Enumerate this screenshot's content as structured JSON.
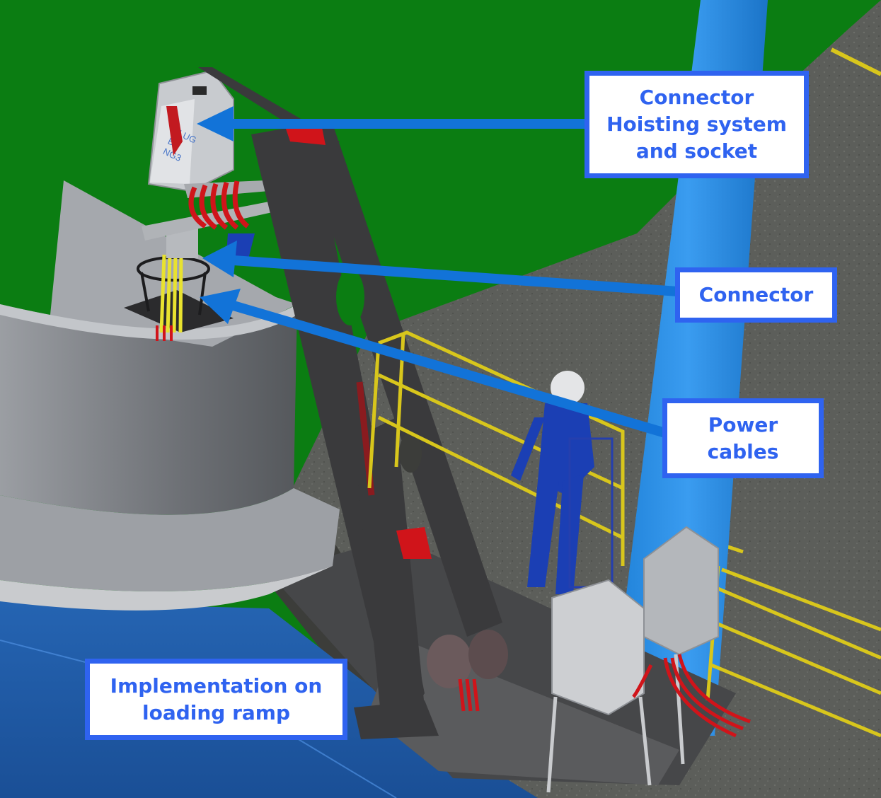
{
  "colors": {
    "sky_green": "#0b7d12",
    "callout_border": "#2f63f0",
    "callout_text": "#2f63f0",
    "arrow": "#1273d8",
    "water": "#1a5fae",
    "deck": "#595b57",
    "frame": "#3a3a3c",
    "cables": "#d0141a",
    "railing": "#d8c61c",
    "worker": "#1b3fb4"
  },
  "callouts": {
    "hoisting": {
      "text": "Connector\nHoisting system\nand socket"
    },
    "connector": {
      "text": "Connector"
    },
    "power": {
      "text": "Power\ncables"
    },
    "ramp": {
      "text": "Implementation on\nloading ramp"
    }
  },
  "device_label": {
    "text": "PLUG\nBY\nNG3"
  }
}
